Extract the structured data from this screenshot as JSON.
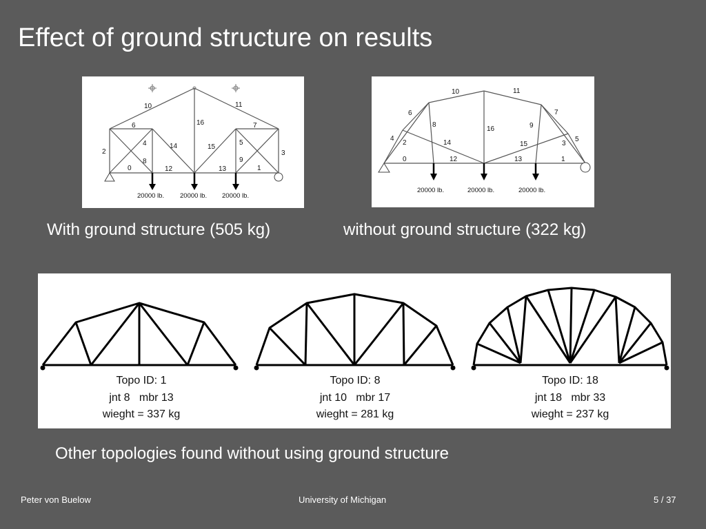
{
  "slide": {
    "title": "Effect of ground structure on results",
    "caption_with": "With ground structure (505 kg)",
    "caption_without": "without ground structure (322 kg)",
    "caption_other": "Other topologies found without using ground structure"
  },
  "figure_ground": {
    "members": [
      "0",
      "1",
      "2",
      "3",
      "4",
      "5",
      "6",
      "7",
      "8",
      "9",
      "10",
      "11",
      "12",
      "13",
      "14",
      "15",
      "16"
    ],
    "loads": [
      "20000 lb.",
      "20000 lb.",
      "20000 lb."
    ]
  },
  "figure_noground": {
    "members": [
      "0",
      "1",
      "2",
      "3",
      "4",
      "5",
      "6",
      "7",
      "8",
      "9",
      "10",
      "11",
      "12",
      "13",
      "14",
      "15",
      "16"
    ],
    "loads": [
      "20000 lb.",
      "20000 lb.",
      "20000 lb."
    ]
  },
  "topologies": [
    {
      "id": "Topo ID: 1",
      "stats": "jnt 8   mbr 13",
      "weight": "wieght = 337 kg"
    },
    {
      "id": "Topo ID: 8",
      "stats": "jnt 10   mbr 17",
      "weight": "wieght = 281 kg"
    },
    {
      "id": "Topo ID: 18",
      "stats": "jnt 18   mbr 33",
      "weight": "wieght = 237 kg"
    }
  ],
  "footer": {
    "author": "Peter von Buelow",
    "institution": "University of Michigan",
    "page": "5 / 37"
  }
}
